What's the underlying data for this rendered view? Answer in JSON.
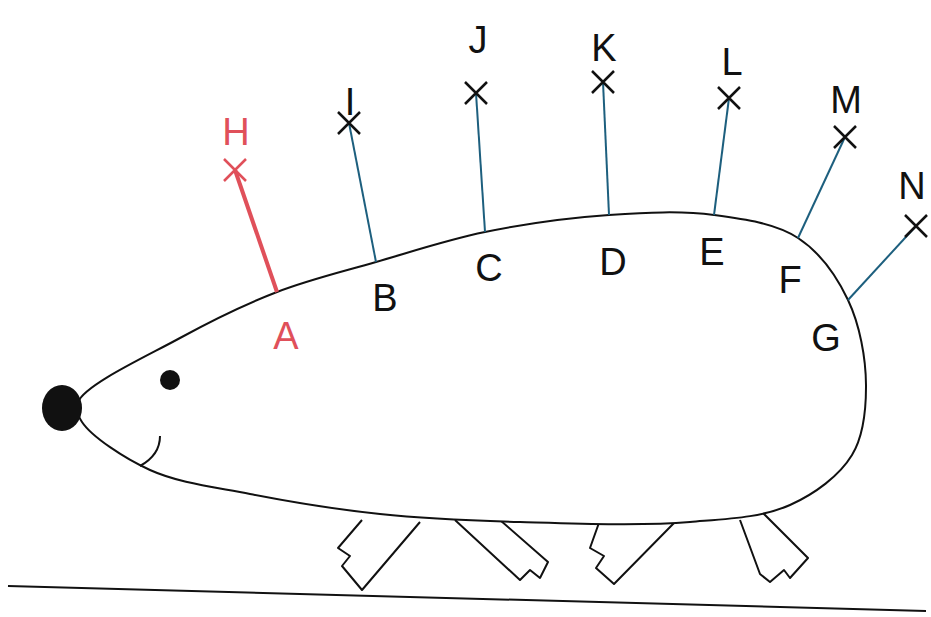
{
  "diagram": {
    "labels": [
      "H",
      "I",
      "J",
      "K",
      "L",
      "M",
      "N",
      "A",
      "B",
      "C",
      "D",
      "E",
      "F",
      "G"
    ]
  }
}
